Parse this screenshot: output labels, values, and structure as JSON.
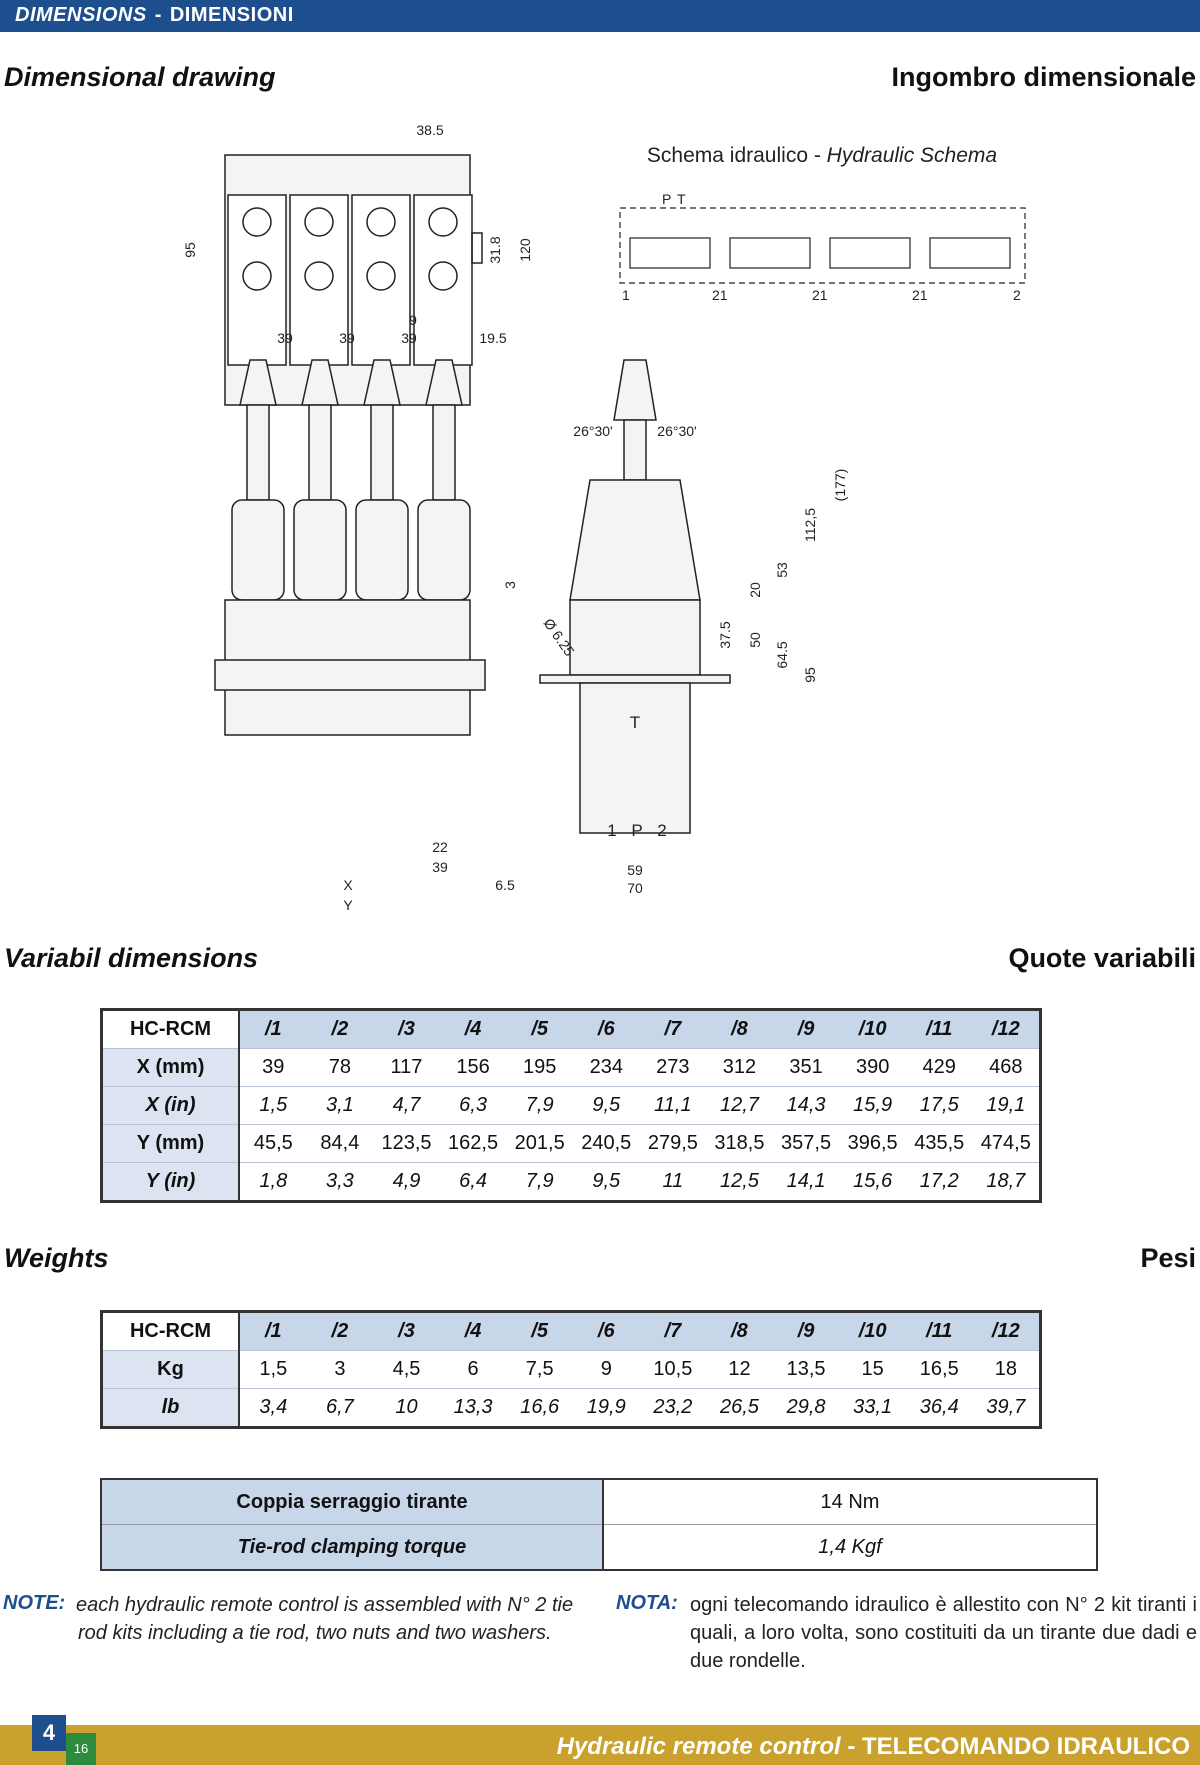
{
  "header": {
    "title_en": "DIMENSIONS",
    "separator": "-",
    "title_it": "DIMENSIONI"
  },
  "sections": {
    "drawing_en": "Dimensional drawing",
    "drawing_it": "Ingombro dimensionale",
    "variable_en": "Variabil dimensions",
    "variable_it": "Quote variabili",
    "weights_en": "Weights",
    "weights_it": "Pesi"
  },
  "drawing": {
    "schema_title_it": "Schema idraulico - ",
    "schema_title_en": "Hydraulic Schema",
    "dims": {
      "d38_5": "38.5",
      "d95": "95",
      "d31_8": "31.8",
      "d120": "120",
      "d9": "9",
      "d39a": "39",
      "d39b": "39",
      "d39c": "39",
      "d19_5": "19.5",
      "d22": "22",
      "d39d": "39",
      "dX": "X",
      "dY": "Y",
      "d6_5": "6.5",
      "ang_l": "26°30'",
      "ang_r": "26°30'",
      "d177": "(177)",
      "d112_5": "112,5",
      "d53": "53",
      "d20": "20",
      "d3": "3",
      "d6_25": "Ø 6.25",
      "d37_5": "37.5",
      "d50": "50",
      "d64_5": "64.5",
      "d95b": "95",
      "d59": "59",
      "d70": "70",
      "port_t": "T",
      "port_1": "1",
      "port_p": "P",
      "port_2": "2"
    },
    "schema_labels": {
      "p": "P",
      "t": "T",
      "s1": "1",
      "s21a": "21",
      "s21b": "21",
      "s21c": "21",
      "s2": "2"
    }
  },
  "variable_table": {
    "header": [
      "HC-RCM",
      "/1",
      "/2",
      "/3",
      "/4",
      "/5",
      "/6",
      "/7",
      "/8",
      "/9",
      "/10",
      "/11",
      "/12"
    ],
    "x_mm": [
      "X (mm)",
      "39",
      "78",
      "117",
      "156",
      "195",
      "234",
      "273",
      "312",
      "351",
      "390",
      "429",
      "468"
    ],
    "x_in": [
      "X (in)",
      "1,5",
      "3,1",
      "4,7",
      "6,3",
      "7,9",
      "9,5",
      "11,1",
      "12,7",
      "14,3",
      "15,9",
      "17,5",
      "19,1"
    ],
    "y_mm": [
      "Y (mm)",
      "45,5",
      "84,4",
      "123,5",
      "162,5",
      "201,5",
      "240,5",
      "279,5",
      "318,5",
      "357,5",
      "396,5",
      "435,5",
      "474,5"
    ],
    "y_in": [
      "Y (in)",
      "1,8",
      "3,3",
      "4,9",
      "6,4",
      "7,9",
      "9,5",
      "11",
      "12,5",
      "14,1",
      "15,6",
      "17,2",
      "18,7"
    ]
  },
  "weights_table": {
    "header": [
      "HC-RCM",
      "/1",
      "/2",
      "/3",
      "/4",
      "/5",
      "/6",
      "/7",
      "/8",
      "/9",
      "/10",
      "/11",
      "/12"
    ],
    "kg": [
      "Kg",
      "1,5",
      "3",
      "4,5",
      "6",
      "7,5",
      "9",
      "10,5",
      "12",
      "13,5",
      "15",
      "16,5",
      "18"
    ],
    "lb": [
      "lb",
      "3,4",
      "6,7",
      "10",
      "13,3",
      "16,6",
      "19,9",
      "23,2",
      "26,5",
      "29,8",
      "33,1",
      "36,4",
      "39,7"
    ]
  },
  "torque_table": {
    "label_it": "Coppia serraggio tirante",
    "value_nm": "14 Nm",
    "label_en": "Tie-rod clamping torque",
    "value_kgf": "1,4 Kgf"
  },
  "notes": {
    "note_label": "NOTE:",
    "note_text": "each hydraulic remote control is assembled with N° 2 tie rod kits including a tie rod, two nuts and two washers.",
    "nota_label": "NOTA:",
    "nota_text": "ogni telecomando idraulico è allestito con N° 2 kit tiranti i quali, a loro volta, sono costituiti da un tirante due dadi e due rondelle."
  },
  "footer": {
    "page_number": "4",
    "sub_number": "16",
    "title_en": "Hydraulic remote control",
    "separator": "-",
    "title_it": "TELECOMANDO IDRAULICO"
  },
  "colors": {
    "header_blue": "#1d4f8f",
    "table_blue": "#c8d6ea",
    "footer_gold": "#c9a12c",
    "footer_green": "#2e8b3e"
  }
}
